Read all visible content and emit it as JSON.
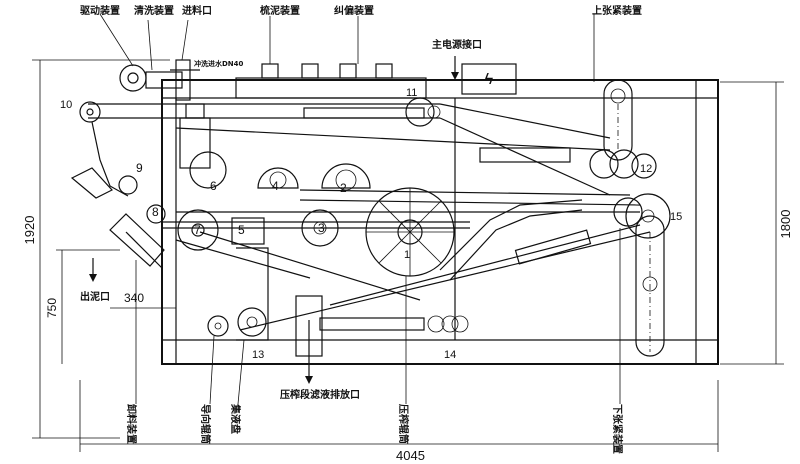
{
  "labels": {
    "drive_device": "驱动装置",
    "cleaning_device": "清洗装置",
    "feed_inlet": "进料口",
    "flush_water": "冲洗进水DN40",
    "sludge_comb": "梳泥装置",
    "deviation_device": "纠偏装置",
    "main_power": "主电源接口",
    "upper_tension": "上张紧装置",
    "sludge_outlet": "出泥口",
    "discharge_device": "卸料装置",
    "guide_roller": "导向辊筒",
    "liquid_tray": "集液盘",
    "filtrate_outlet": "压榨段滤液排放口",
    "press_roller": "压榨辊筒",
    "lower_tension": "下张紧装置"
  },
  "numbers": {
    "n1": "1",
    "n2": "2",
    "n3": "3",
    "n4": "4",
    "n5": "5",
    "n6": "6",
    "n7": "7",
    "n8": "8",
    "n9": "9",
    "n10": "10",
    "n11": "11",
    "n12": "12",
    "n13": "13",
    "n14": "14",
    "n15": "15"
  },
  "dimensions": {
    "height_total": "1920",
    "height_frame": "1800",
    "outlet_height": "750",
    "outlet_offset": "340",
    "length_total": "4045"
  },
  "icons": {
    "power": "lightning-icon"
  }
}
